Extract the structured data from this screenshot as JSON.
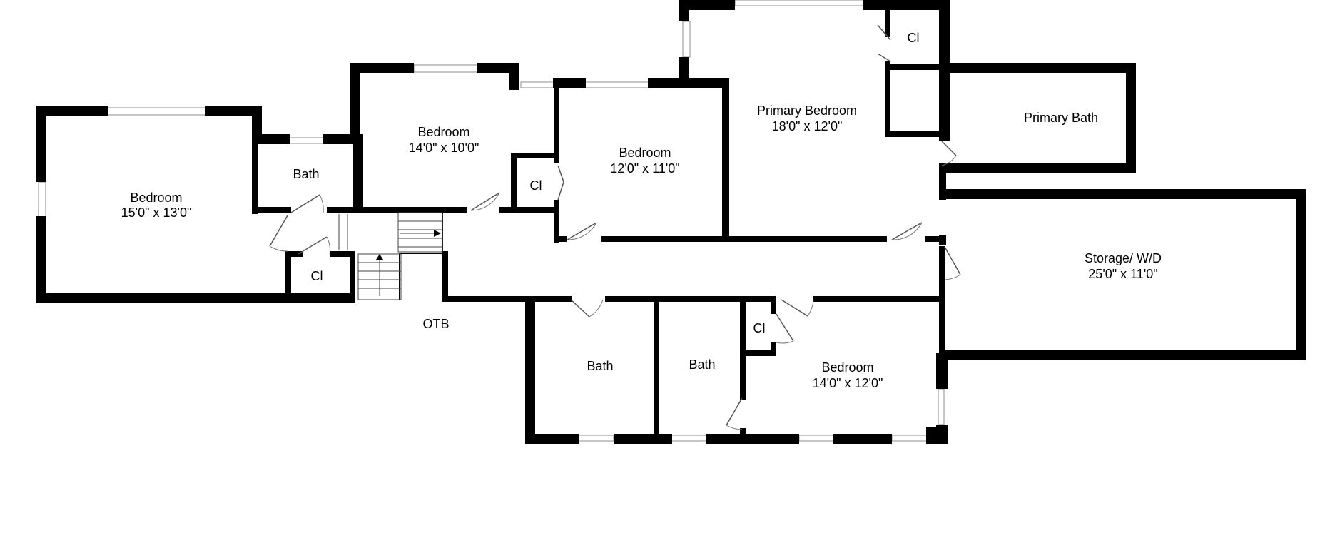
{
  "floor_plan": {
    "rooms": {
      "bedroom_west": {
        "name": "Bedroom",
        "dimensions": "15'0\" x 13'0\""
      },
      "bath_west": {
        "name": "Bath"
      },
      "closet_west": {
        "name": "Cl"
      },
      "bedroom_north": {
        "name": "Bedroom",
        "dimensions": "14'0\" x 10'0\""
      },
      "closet_center": {
        "name": "Cl"
      },
      "bedroom_center": {
        "name": "Bedroom",
        "dimensions": "12'0\" x 11'0\""
      },
      "primary_bedroom": {
        "name": "Primary Bedroom",
        "dimensions": "18'0\" x 12'0\""
      },
      "closet_primary": {
        "name": "Cl"
      },
      "primary_bath": {
        "name": "Primary Bath"
      },
      "storage": {
        "name": "Storage/  W/D",
        "dimensions": "25'0\" x 11'0\""
      },
      "otb": {
        "name": "OTB"
      },
      "bath_south_1": {
        "name": "Bath"
      },
      "bath_south_2": {
        "name": "Bath"
      },
      "closet_south": {
        "name": "Cl"
      },
      "bedroom_south": {
        "name": "Bedroom",
        "dimensions": "14'0\" x 12'0\""
      }
    }
  }
}
